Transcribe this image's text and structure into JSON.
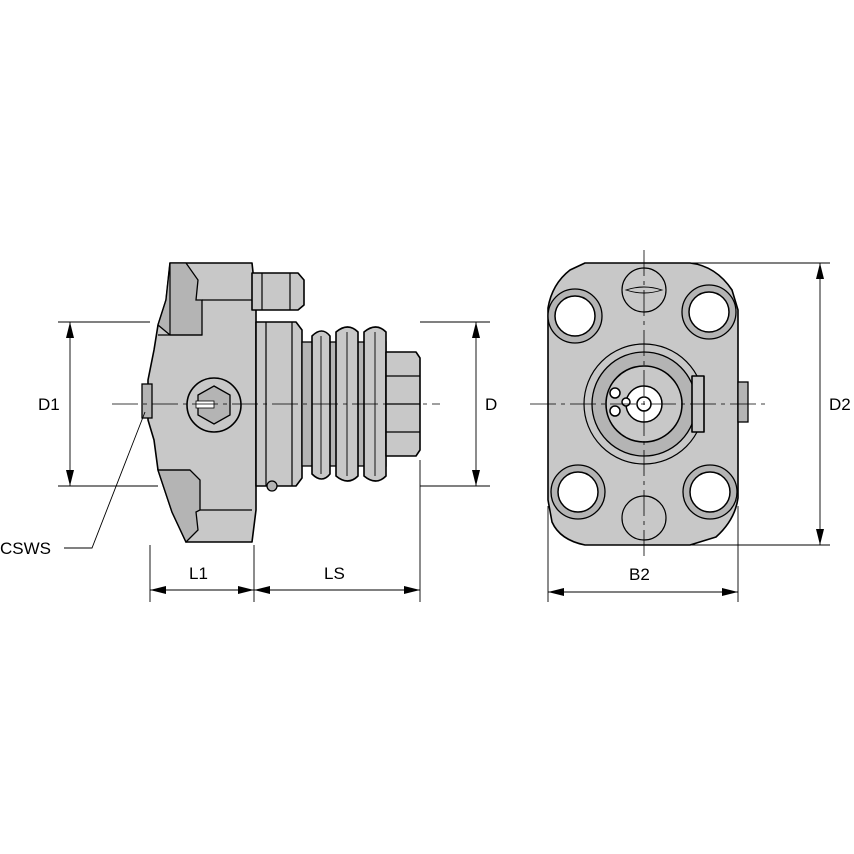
{
  "labels": {
    "d1": "D1",
    "d": "D",
    "d2": "D2",
    "csws": "CSWS",
    "l1": "L1",
    "ls": "LS",
    "b2": "B2"
  }
}
